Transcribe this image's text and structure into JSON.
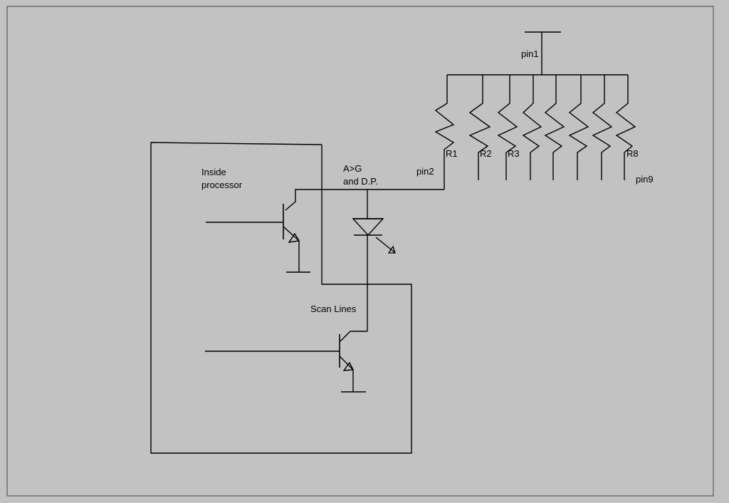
{
  "labels": {
    "pin1": "pin1",
    "pin2": "pin2",
    "pin9": "pin9",
    "r1": "R1",
    "r2": "R2",
    "r3": "R3",
    "r8": "R8",
    "segments_line1": "A>G",
    "segments_line2": "and D.P.",
    "processor_line1": "Inside",
    "processor_line2": "processor",
    "scan_lines": "Scan Lines"
  },
  "colors": {
    "background": "#c2c2c2",
    "line": "#000000"
  }
}
